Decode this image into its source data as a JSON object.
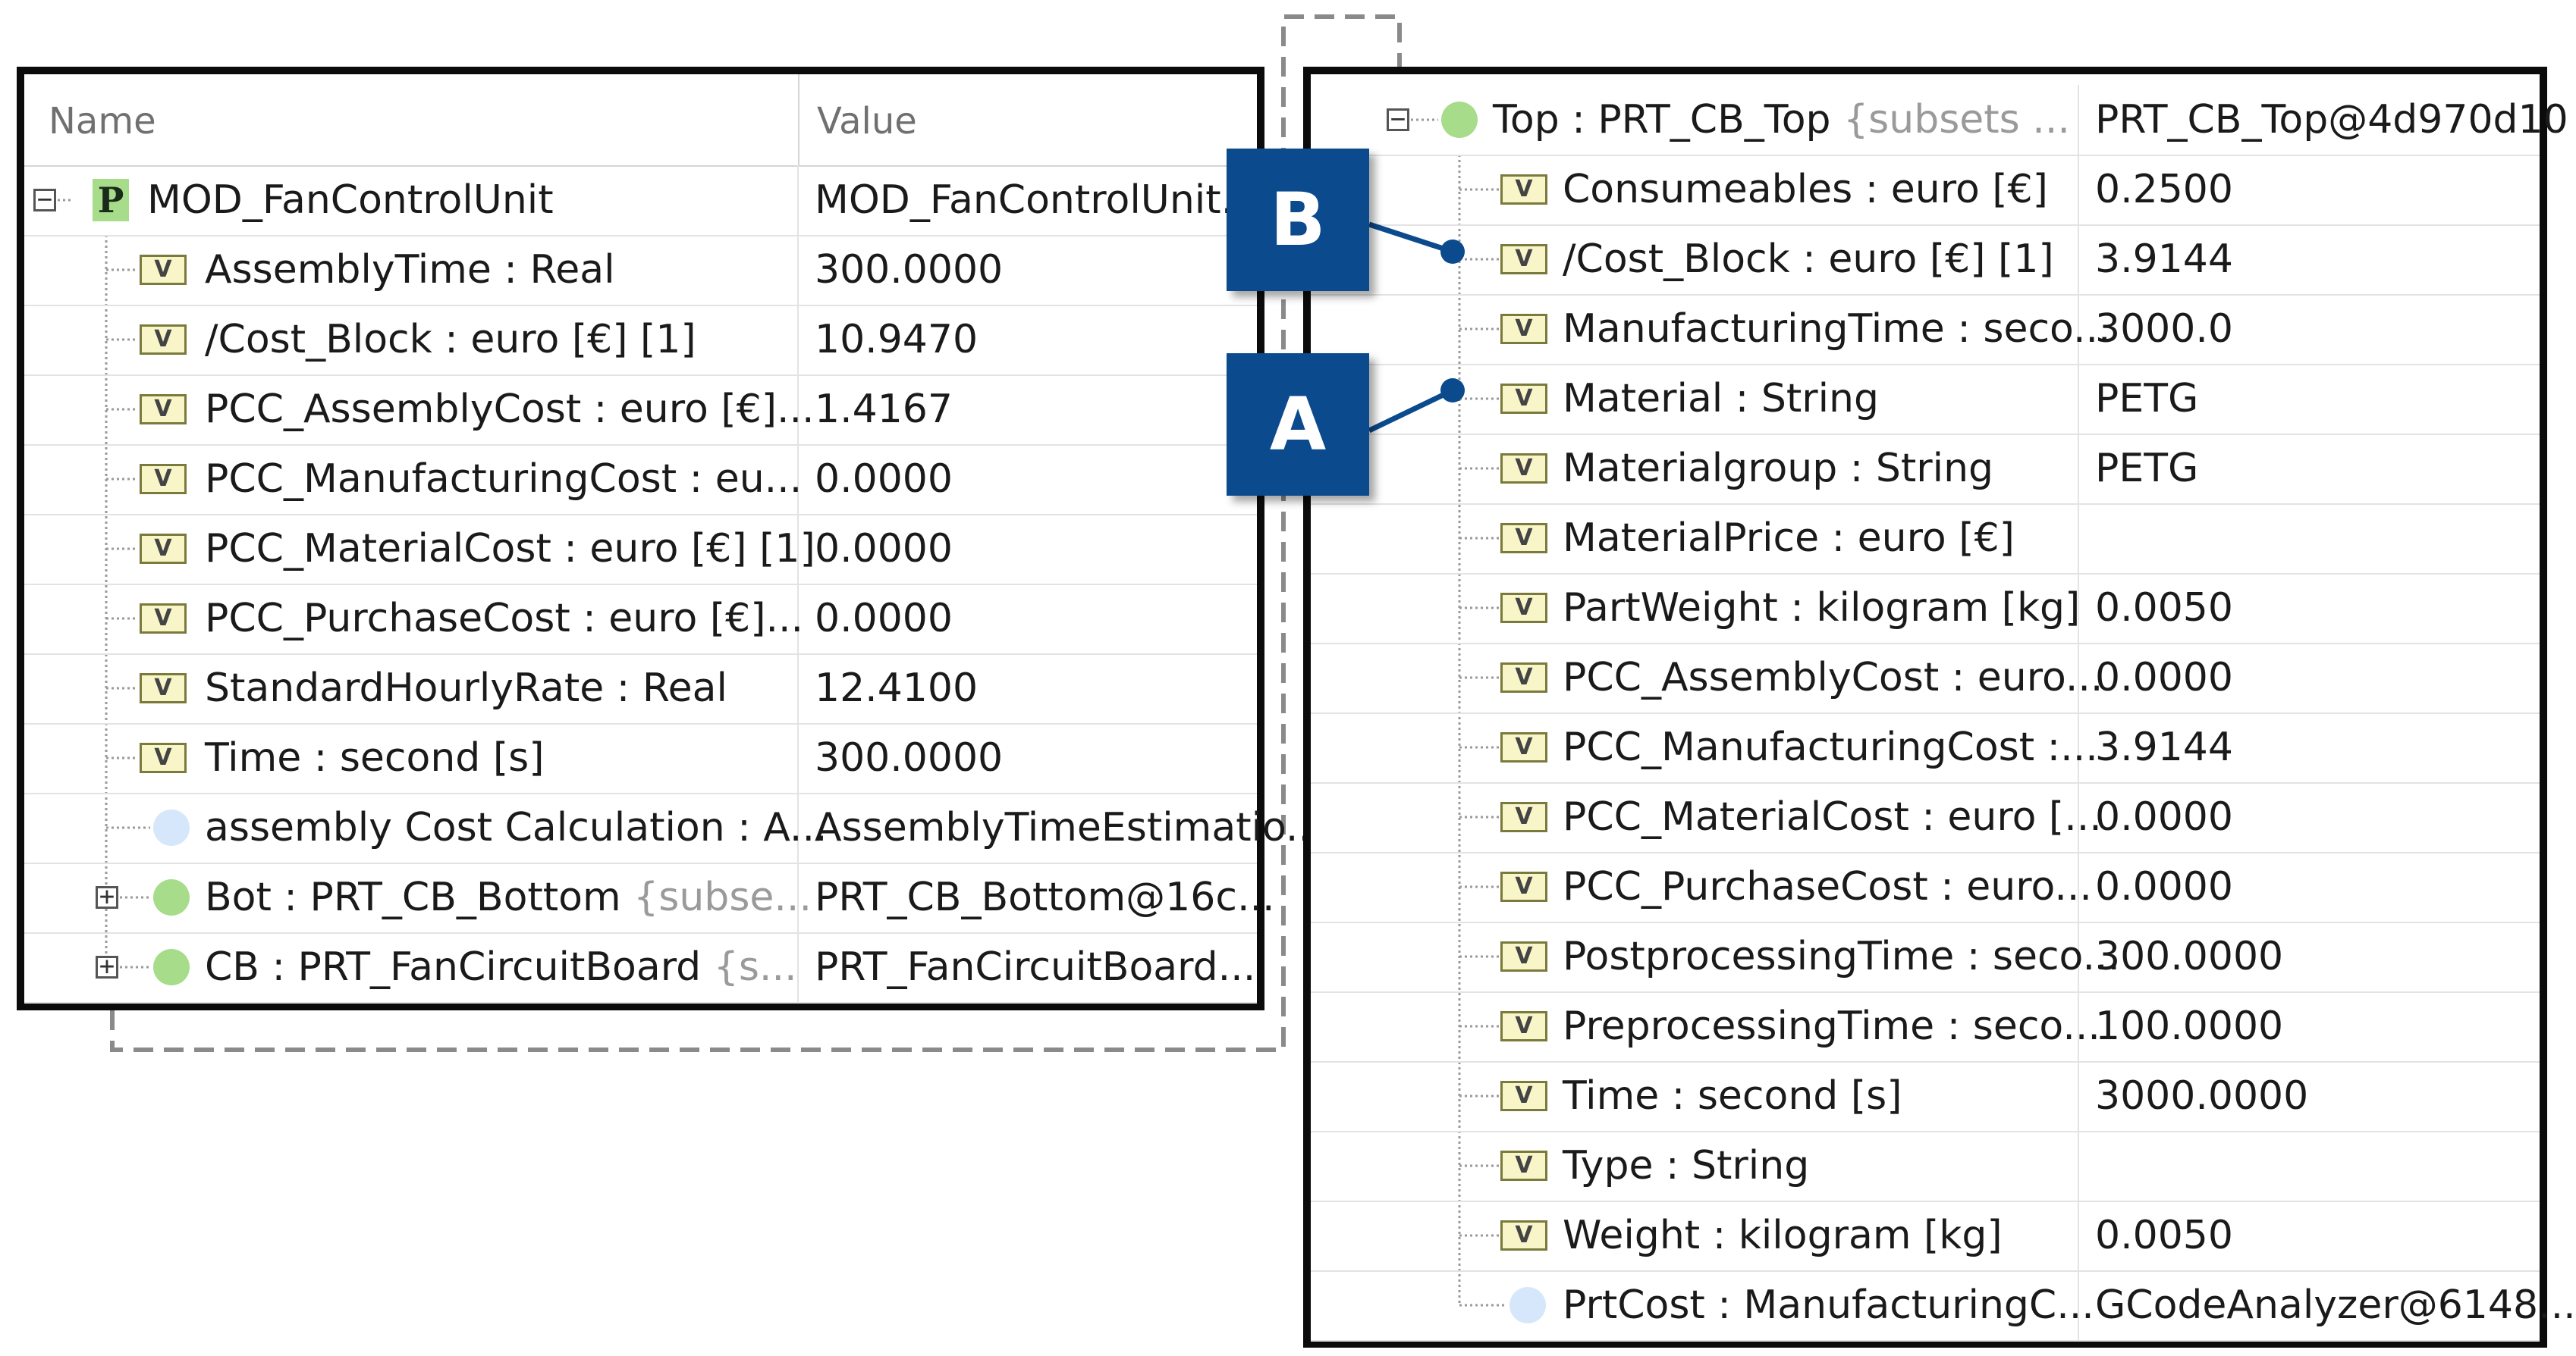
{
  "left": {
    "headers": {
      "name": "Name",
      "value": "Value"
    },
    "root": {
      "name": "MOD_FanControlUnit",
      "value": "MOD_FanControlUnit...",
      "icon_letter": "P"
    },
    "rows": [
      {
        "name": "AssemblyTime : Real",
        "value": "300.0000"
      },
      {
        "name": "/Cost_Block : euro [€] [1]",
        "value": "10.9470"
      },
      {
        "name": "PCC_AssemblyCost : euro [€]...",
        "value": "1.4167"
      },
      {
        "name": "PCC_ManufacturingCost : eu...",
        "value": "0.0000"
      },
      {
        "name": "PCC_MaterialCost : euro [€] [1]",
        "value": "0.0000"
      },
      {
        "name": "PCC_PurchaseCost : euro [€]...",
        "value": "0.0000"
      },
      {
        "name": "StandardHourlyRate : Real",
        "value": "12.4100"
      },
      {
        "name": "Time : second [s]",
        "value": "300.0000"
      }
    ],
    "calc": {
      "name": "assembly Cost Calculation : A...",
      "value": "AssemblyTimeEstimatio..."
    },
    "parts": [
      {
        "name": "Bot : PRT_CB_Bottom",
        "subsets": "{subse...",
        "value": "PRT_CB_Bottom@16c..."
      },
      {
        "name": "CB : PRT_FanCircuitBoard",
        "subsets": "{s...",
        "value": "PRT_FanCircuitBoard..."
      }
    ]
  },
  "right": {
    "root": {
      "name": "Top : PRT_CB_Top",
      "subsets": "{subsets ...",
      "value": "PRT_CB_Top@4d970d10"
    },
    "rows": [
      {
        "name": "Consumeables : euro [€]",
        "value": "0.2500"
      },
      {
        "name": "/Cost_Block : euro [€] [1]",
        "value": "3.9144"
      },
      {
        "name": "ManufacturingTime : seco...",
        "value": "3000.0"
      },
      {
        "name": "Material : String",
        "value": "PETG"
      },
      {
        "name": "Materialgroup : String",
        "value": "PETG"
      },
      {
        "name": "MaterialPrice : euro [€]",
        "value": ""
      },
      {
        "name": "PartWeight : kilogram [kg]",
        "value": "0.0050"
      },
      {
        "name": "PCC_AssemblyCost : euro...",
        "value": "0.0000"
      },
      {
        "name": "PCC_ManufacturingCost :...",
        "value": "3.9144"
      },
      {
        "name": "PCC_MaterialCost : euro [...",
        "value": "0.0000"
      },
      {
        "name": "PCC_PurchaseCost : euro...",
        "value": "0.0000"
      },
      {
        "name": "PostprocessingTime : seco...",
        "value": "300.0000"
      },
      {
        "name": "PreprocessingTime : seco...",
        "value": "100.0000"
      },
      {
        "name": "Time : second [s]",
        "value": "3000.0000"
      },
      {
        "name": "Type : String",
        "value": ""
      },
      {
        "name": "Weight : kilogram [kg]",
        "value": "0.0050"
      }
    ],
    "calc": {
      "name": "PrtCost : ManufacturingC...",
      "value": "GCodeAnalyzer@6148..."
    }
  },
  "callouts": {
    "a": "A",
    "b": "B"
  },
  "icons": {
    "value_icon": "V",
    "expand_plus": "+",
    "collapse_minus": "−"
  },
  "colors": {
    "callout_bg": "#0b4a8c",
    "part_dot": "#a6dc8a",
    "calc_dot": "#d6e6fb",
    "value_icon_bg": "#f8f6c8"
  }
}
